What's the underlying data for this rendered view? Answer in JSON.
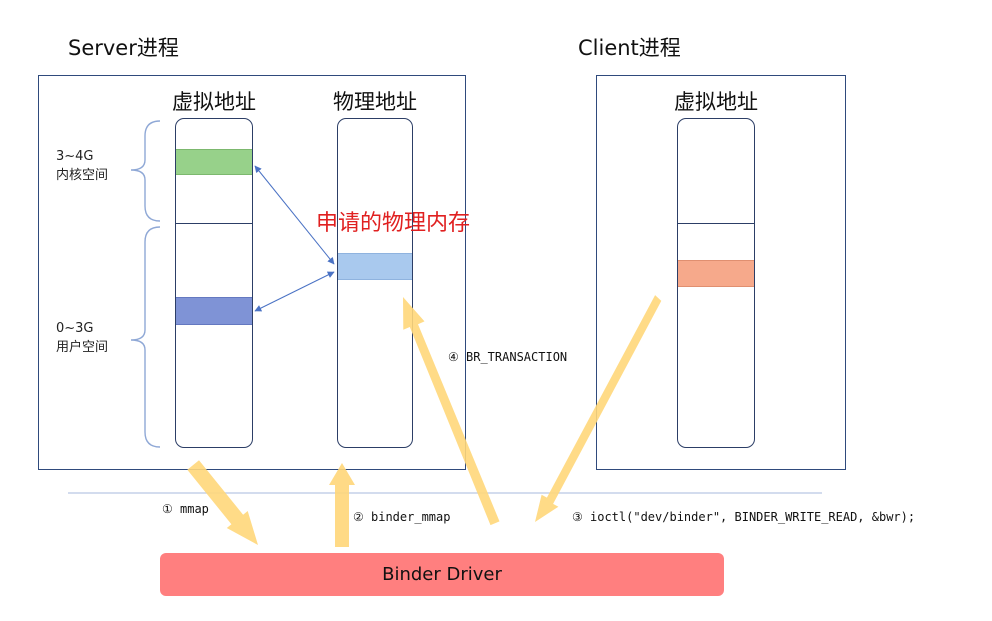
{
  "server": {
    "title": "Server进程",
    "virtual_label": "虚拟地址",
    "physical_label": "物理地址",
    "kernel_range": "3~4G",
    "kernel_name": "内核空间",
    "user_range": "0~3G",
    "user_name": "用户空间",
    "physical_memory_label": "申请的物理内存"
  },
  "client": {
    "title": "Client进程",
    "virtual_label": "虚拟地址"
  },
  "driver": {
    "label": "Binder Driver"
  },
  "steps": [
    {
      "num": "①",
      "text": "mmap"
    },
    {
      "num": "②",
      "text": "binder_mmap"
    },
    {
      "num": "③",
      "text": "ioctl(\"dev/binder\", BINDER_WRITE_READ, &bwr);"
    },
    {
      "num": "④",
      "text": "BR_TRANSACTION"
    }
  ],
  "colors": {
    "kernel_block": "#97d18a",
    "user_block": "#7f93d6",
    "physical_block": "#a9c9ee",
    "client_block": "#f6a98b",
    "arrow": "#ffd77a",
    "driver": "#ff7f7f",
    "red_text": "#e02020"
  }
}
